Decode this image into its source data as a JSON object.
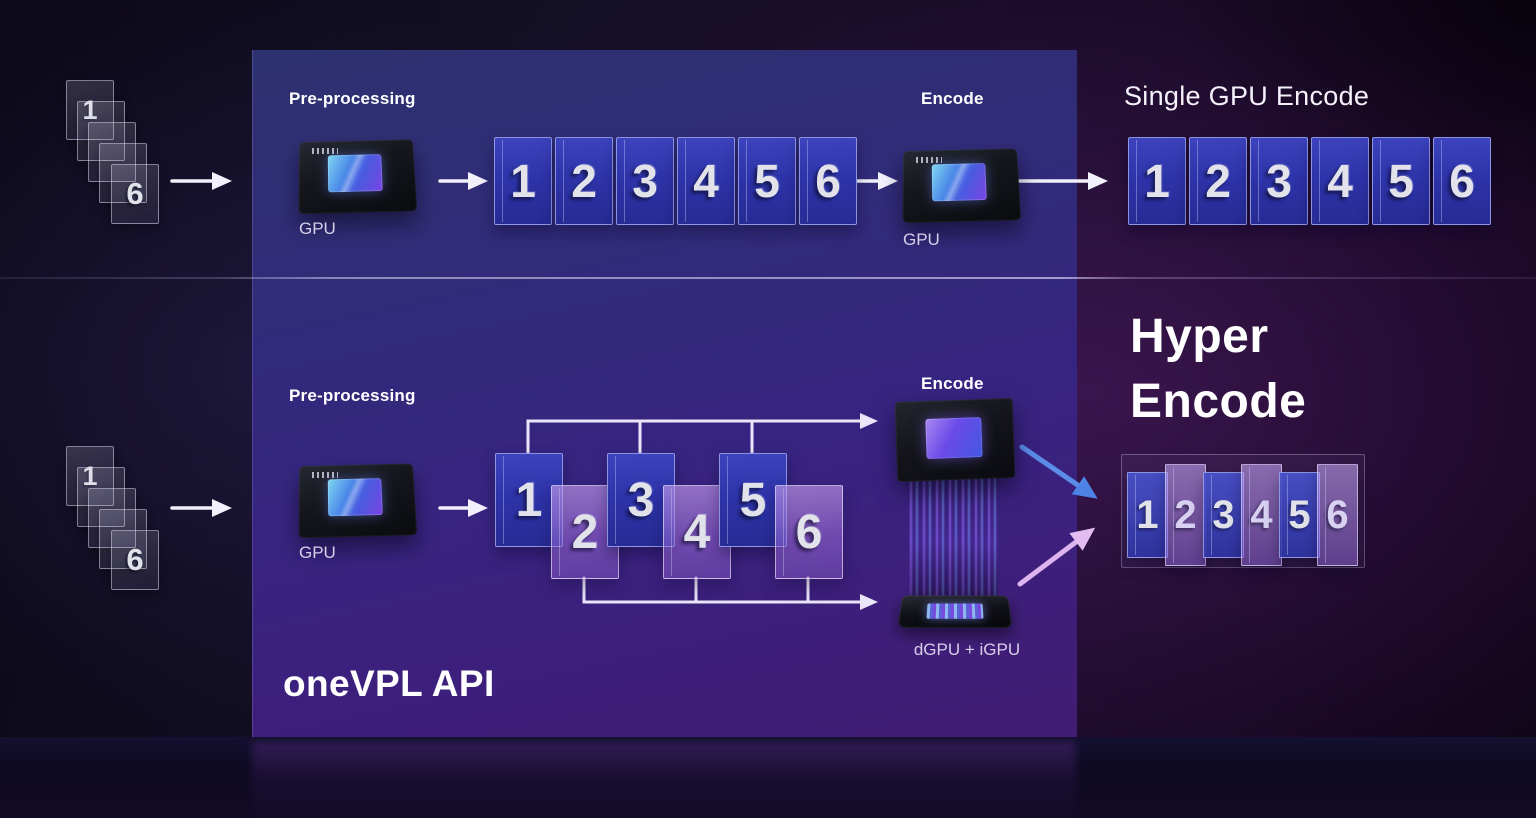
{
  "slide": {
    "panel": {
      "top_flow": {
        "preprocessing_label": "Pre-processing",
        "preprocessing_device": "GPU",
        "encode_label": "Encode",
        "encode_device": "GPU",
        "frames": [
          "1",
          "2",
          "3",
          "4",
          "5",
          "6"
        ]
      },
      "bottom_flow": {
        "preprocessing_label": "Pre-processing",
        "preprocessing_device": "GPU",
        "encode_label": "Encode",
        "encode_device": "dGPU + iGPU",
        "frames": [
          "1",
          "2",
          "3",
          "4",
          "5",
          "6"
        ]
      },
      "api_label": "oneVPL API"
    },
    "input_top": {
      "first_frame": "1",
      "last_frame": "6"
    },
    "input_bottom": {
      "first_frame": "1",
      "last_frame": "6"
    },
    "output_single": {
      "title": "Single GPU Encode",
      "frames": [
        "1",
        "2",
        "3",
        "4",
        "5",
        "6"
      ]
    },
    "output_hyper": {
      "title_line1": "Hyper",
      "title_line2": "Encode",
      "frames": [
        "1",
        "2",
        "3",
        "4",
        "5",
        "6"
      ]
    },
    "colors": {
      "frame_blue": "#3c43bd",
      "frame_purple": "#a57fd9",
      "panel_top": "#2e3277",
      "panel_bottom": "#3f1d79",
      "arrow_white": "#f2f0fa",
      "arrow_blue": "#5b8ce8",
      "arrow_pink": "#ddb4ef"
    }
  }
}
